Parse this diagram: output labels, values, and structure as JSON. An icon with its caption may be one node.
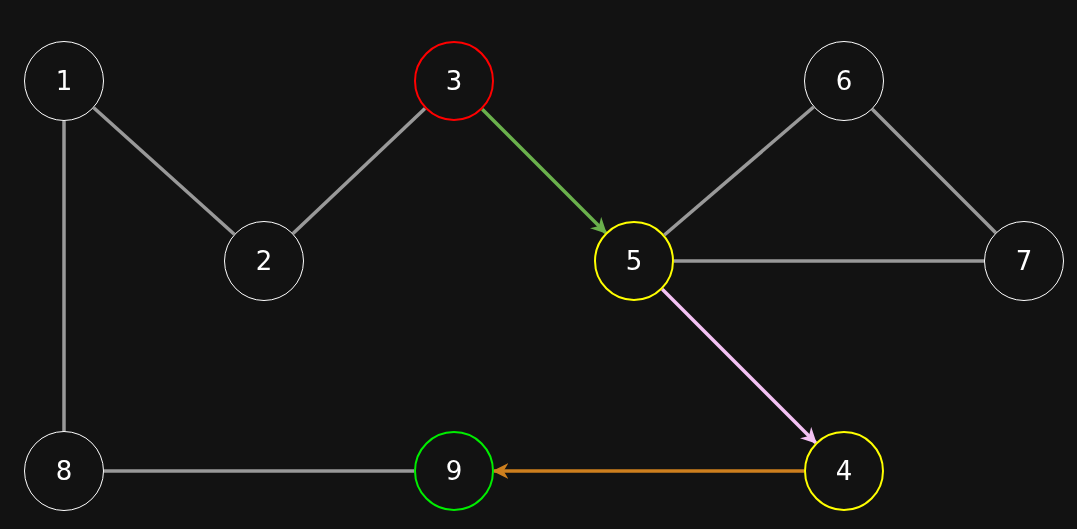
{
  "diagram": {
    "nodes": [
      {
        "text": [
          "1"
        ]
      },
      {
        "text": [
          "3"
        ]
      },
      {
        "text": [
          "6"
        ]
      },
      {
        "text": [
          "2"
        ]
      },
      {
        "text": [
          "5"
        ]
      },
      {
        "text": [
          "7"
        ]
      },
      {
        "text": [
          "8"
        ]
      },
      {
        "text": [
          "9"
        ]
      },
      {
        "text": [
          "4"
        ]
      }
    ],
    "edges": [
      {
        "from": 0,
        "to": 3,
        "arrow": "none"
      },
      {
        "from": 3,
        "to": 1,
        "arrow": "none"
      },
      {
        "from": 1,
        "to": 4,
        "arrow": "to",
        "color": "#6ab04c"
      },
      {
        "from": 4,
        "to": 2,
        "arrow": "none"
      },
      {
        "from": 2,
        "to": 5,
        "arrow": "none"
      },
      {
        "from": 4,
        "to": 5,
        "arrow": "none"
      },
      {
        "from": 0,
        "to": 6,
        "arrow": "none"
      },
      {
        "from": 6,
        "to": 7,
        "arrow": "none"
      },
      {
        "from": 4,
        "to": 8,
        "arrow": "to",
        "color": "#f4c2f4"
      },
      {
        "from": 8,
        "to": 7,
        "arrow": "to",
        "color": "#cd7f1e"
      }
    ]
  }
}
